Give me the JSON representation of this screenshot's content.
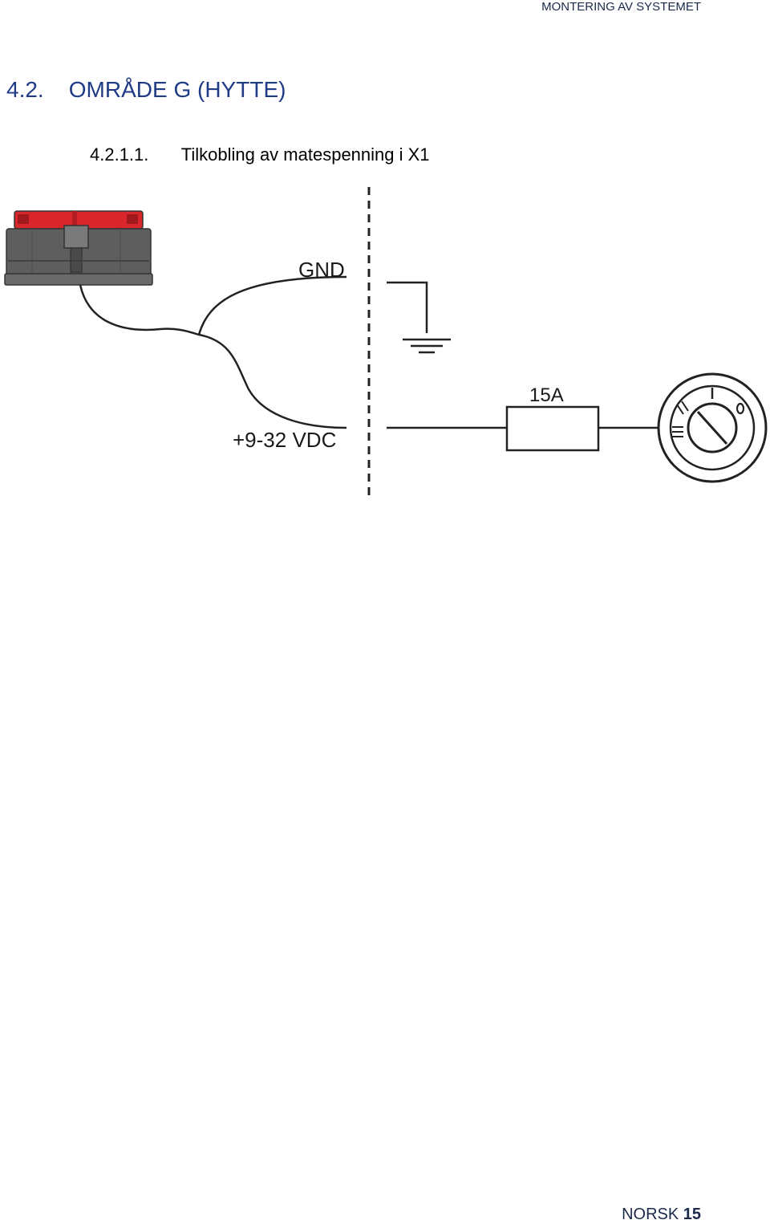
{
  "header": {
    "chapter": "MONTERING AV SYSTEMET"
  },
  "section": {
    "number": "4.2.",
    "title": "OMRÅDE G (HYTTE)"
  },
  "subsection": {
    "number": "4.2.1.1.",
    "title": "Tilkobling av matespenning i X1"
  },
  "diagram": {
    "gnd_label": "GND",
    "supply_label": "+9-32 VDC",
    "fuse_label": "15A",
    "switch_positions": [
      "III",
      "II",
      "I",
      "0"
    ]
  },
  "footer": {
    "language": "NORSK",
    "page": "15"
  },
  "colors": {
    "heading": "#1f3b86",
    "connector_red": "#d8262b",
    "connector_body": "#5e5e5e"
  }
}
